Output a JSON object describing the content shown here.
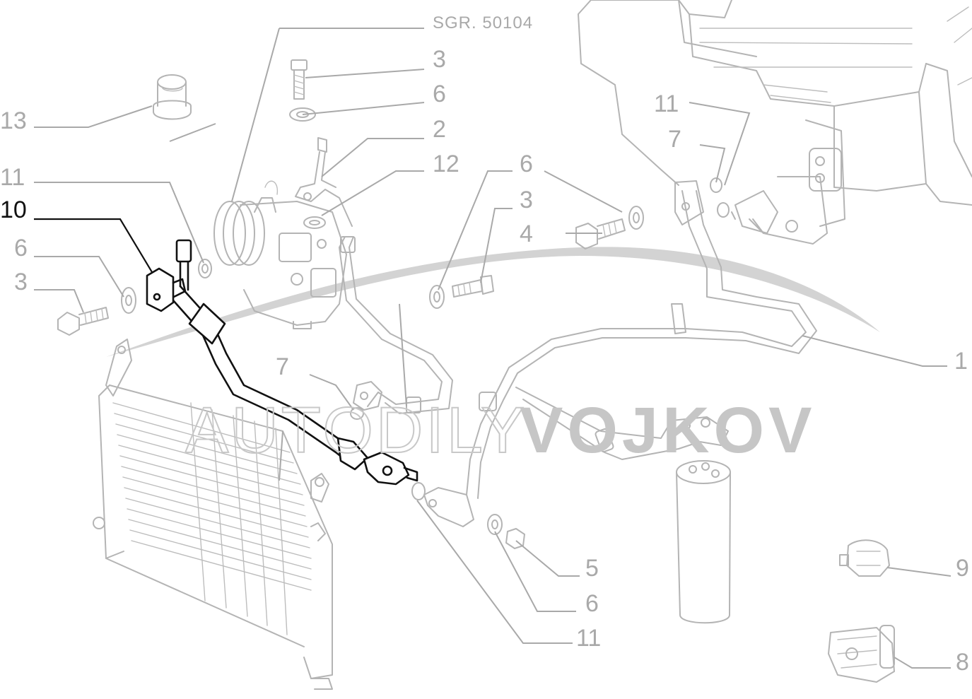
{
  "diagram": {
    "reference": "SGR. 50104",
    "watermark": {
      "light": "AUTODILY",
      "bold": "VOJKOV"
    },
    "highlighted_part": "10",
    "callouts": [
      {
        "id": "c13",
        "label": "13"
      },
      {
        "id": "c11a",
        "label": "11"
      },
      {
        "id": "c10",
        "label": "10"
      },
      {
        "id": "c6a",
        "label": "6"
      },
      {
        "id": "c3a",
        "label": "3"
      },
      {
        "id": "c3b",
        "label": "3"
      },
      {
        "id": "c6b",
        "label": "6"
      },
      {
        "id": "c2",
        "label": "2"
      },
      {
        "id": "c12",
        "label": "12"
      },
      {
        "id": "c6c",
        "label": "6"
      },
      {
        "id": "c3c",
        "label": "3"
      },
      {
        "id": "c4",
        "label": "4"
      },
      {
        "id": "c11b",
        "label": "11"
      },
      {
        "id": "c7a",
        "label": "7"
      },
      {
        "id": "c1",
        "label": "1"
      },
      {
        "id": "c7b",
        "label": "7"
      },
      {
        "id": "c5",
        "label": "5"
      },
      {
        "id": "c6d",
        "label": "6"
      },
      {
        "id": "c11c",
        "label": "11"
      },
      {
        "id": "c9",
        "label": "9"
      },
      {
        "id": "c8",
        "label": "8"
      }
    ]
  }
}
